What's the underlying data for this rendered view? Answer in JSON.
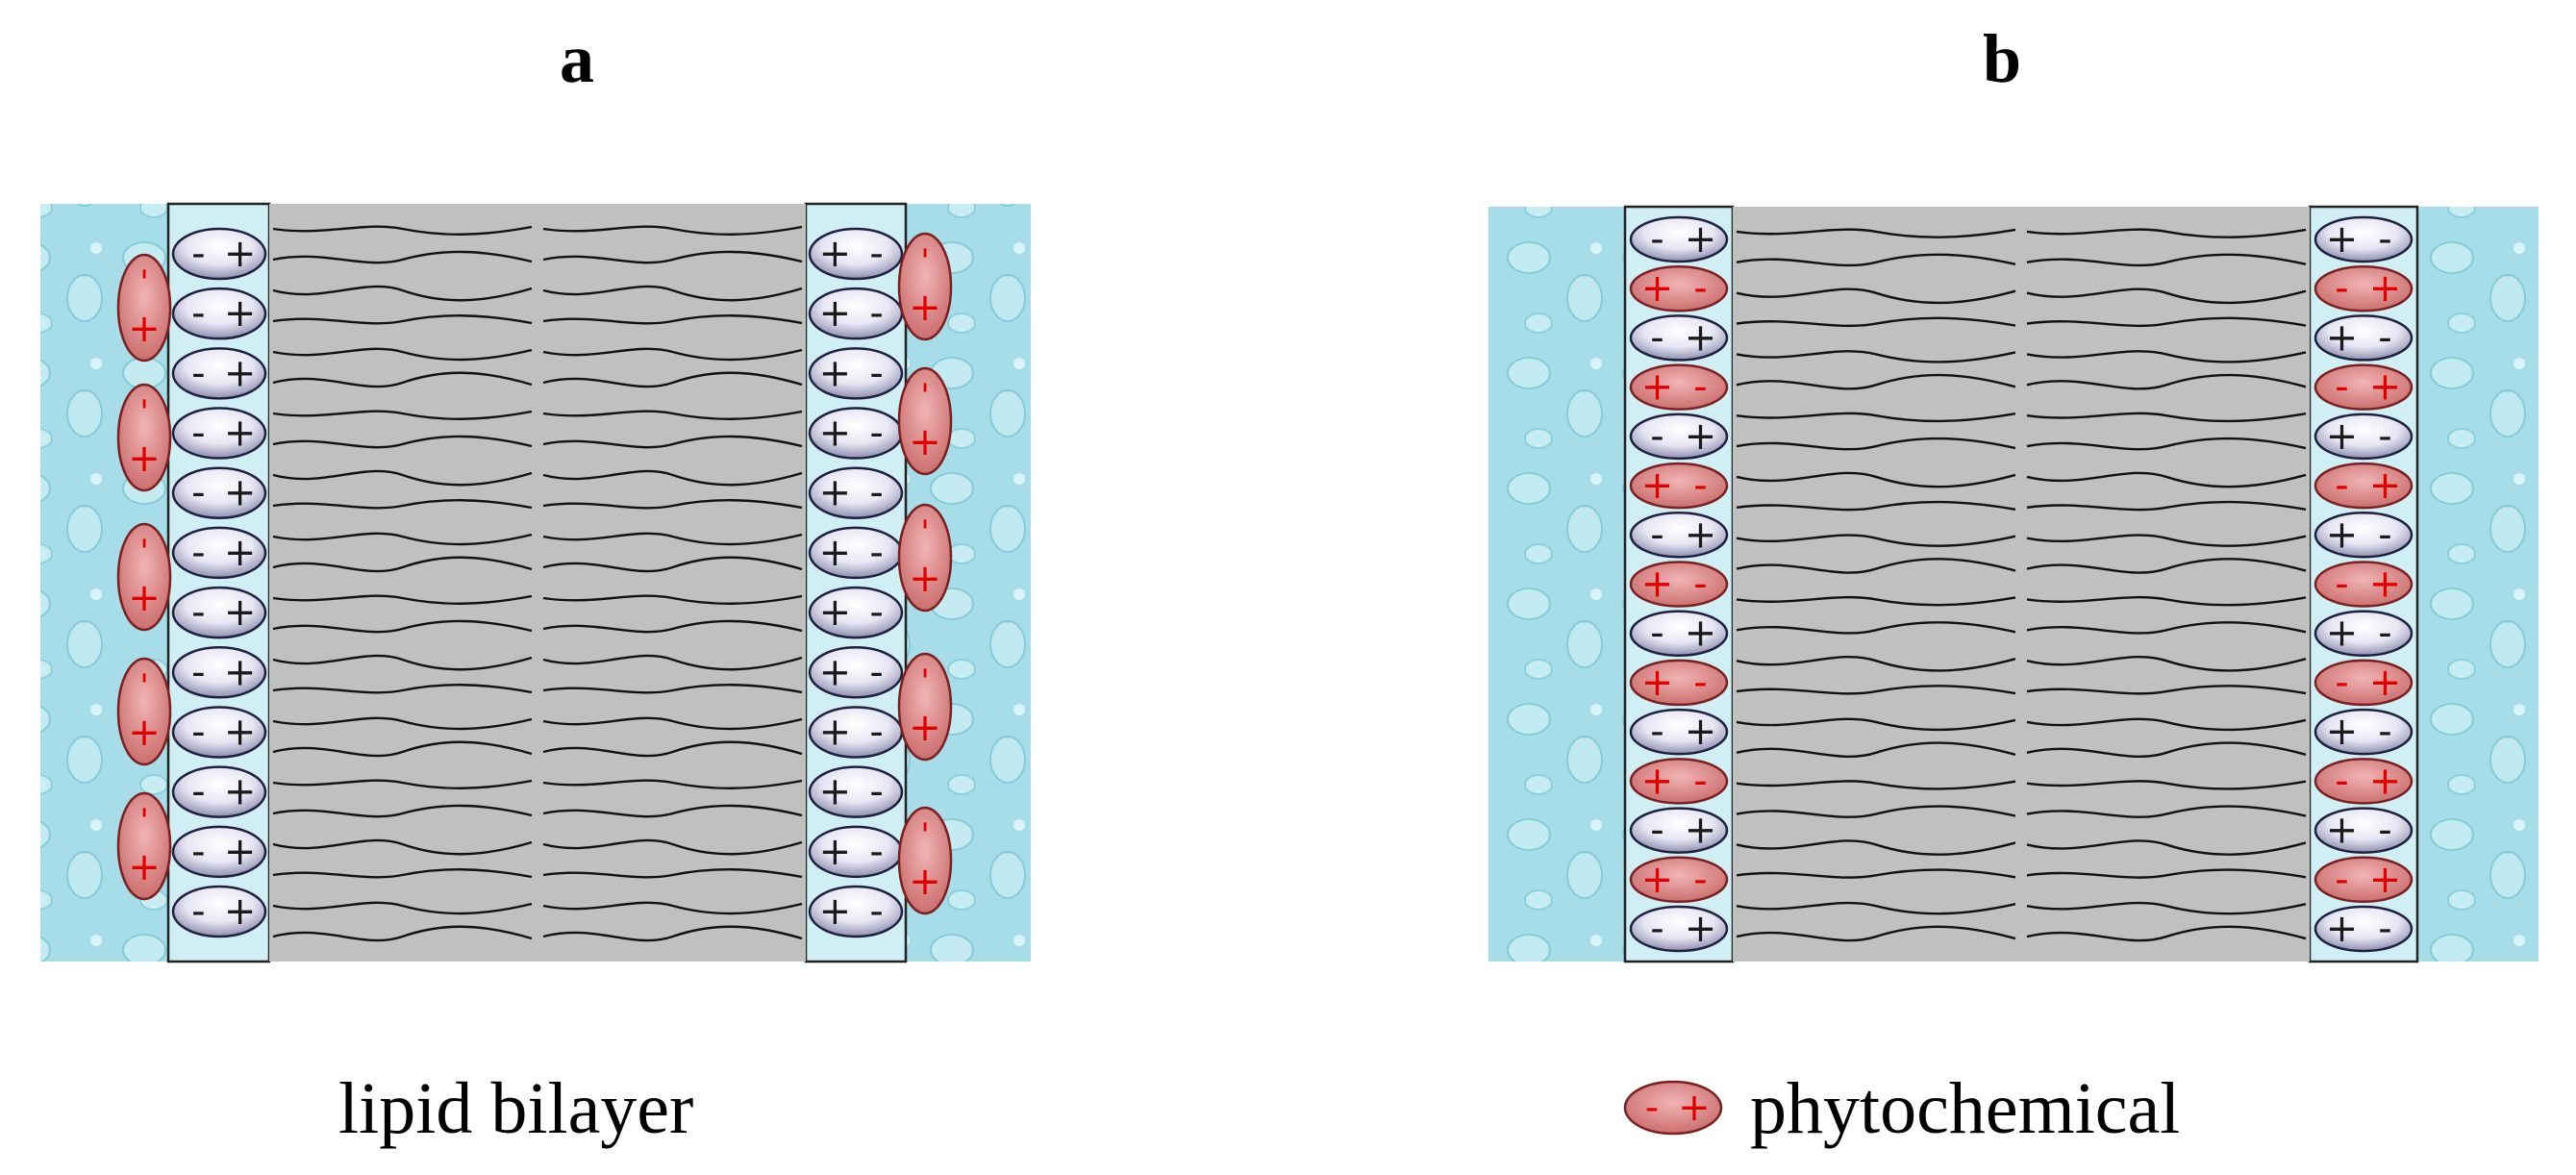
{
  "panels": [
    {
      "label": "a",
      "caption": "lipid bilayer"
    },
    {
      "label": "b",
      "caption": "phytochemical"
    }
  ],
  "legend_symbol": {
    "minus": "-",
    "plus": "+"
  },
  "colors": {
    "water": "#a9dfe8",
    "water_dark": "#7cc7d5",
    "headgroup_zone": "#cfeff5",
    "tails": "#c0c0c0",
    "lipid_head_fill": "#e4e2f3",
    "lipid_head_stroke": "#1f1f3f",
    "phytochemical_fill": "#e79a9a",
    "phytochemical_stroke": "#7a2020",
    "plus_red": "#e00000"
  }
}
